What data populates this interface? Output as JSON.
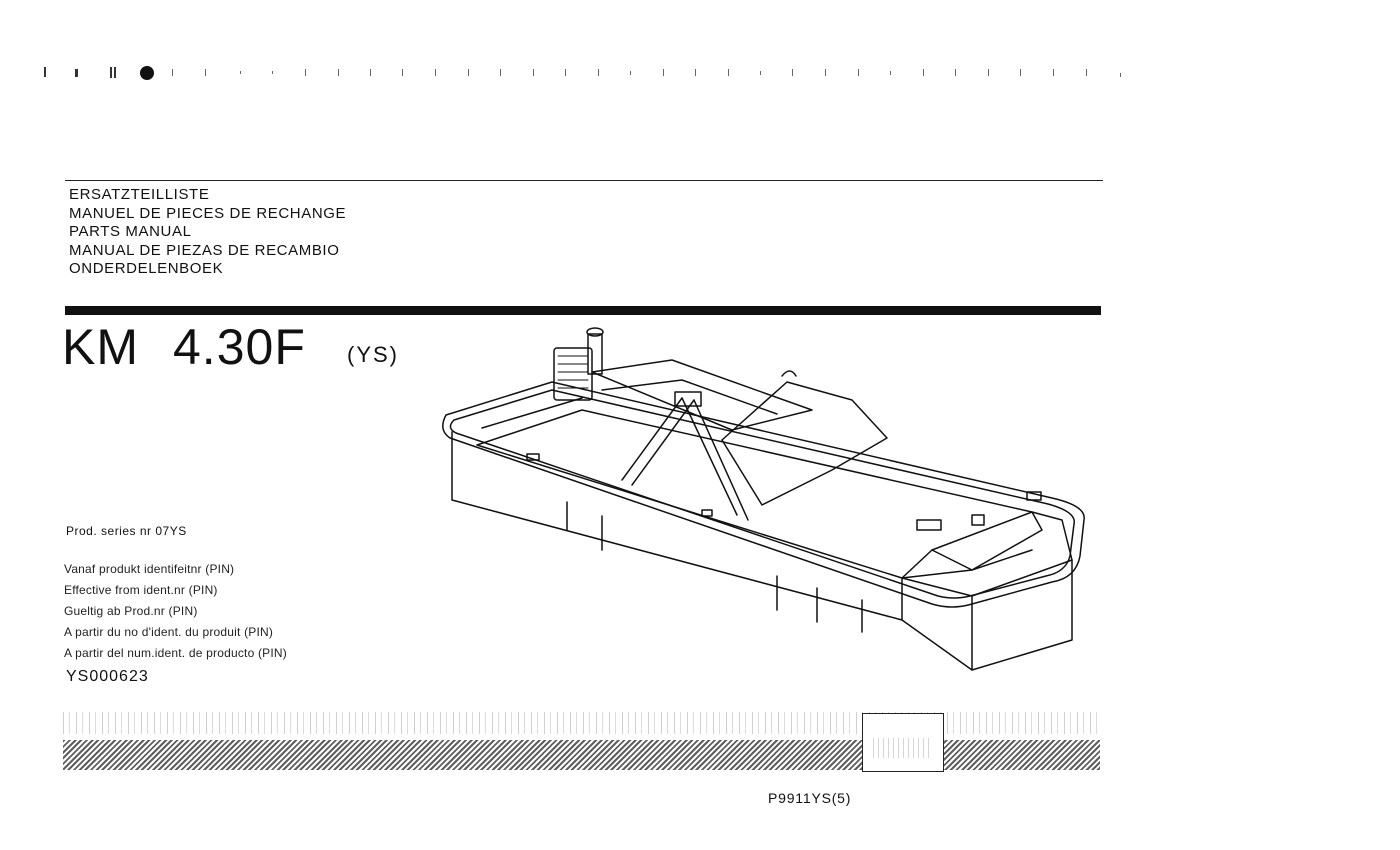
{
  "titles": {
    "line1": "ERSATZTEILLISTE",
    "line2": "MANUEL DE PIECES DE RECHANGE",
    "line3": "PARTS MANUAL",
    "line4": "MANUAL DE PIEZAS DE RECAMBIO",
    "line5": "ONDERDELENBOEK"
  },
  "model": {
    "prefix": "KM",
    "number": "4.30F",
    "suffix": "(YS)"
  },
  "prod_series": "Prod. series nr 07YS",
  "effective_from": [
    "Vanaf produkt identifeitnr (PIN)",
    "Effective from ident.nr (PIN)",
    "Gueltig ab Prod.nr (PIN)",
    "A partir du no d'ident. du produit (PIN)",
    "A partir del num.ident. de producto (PIN)"
  ],
  "serial_number": "YS000623",
  "document_number": "P9911YS(5)",
  "icons": {
    "illustration": "mower-illustration",
    "holes": "binding-holes"
  },
  "colors": {
    "ink": "#111111",
    "paper": "#ffffff"
  }
}
